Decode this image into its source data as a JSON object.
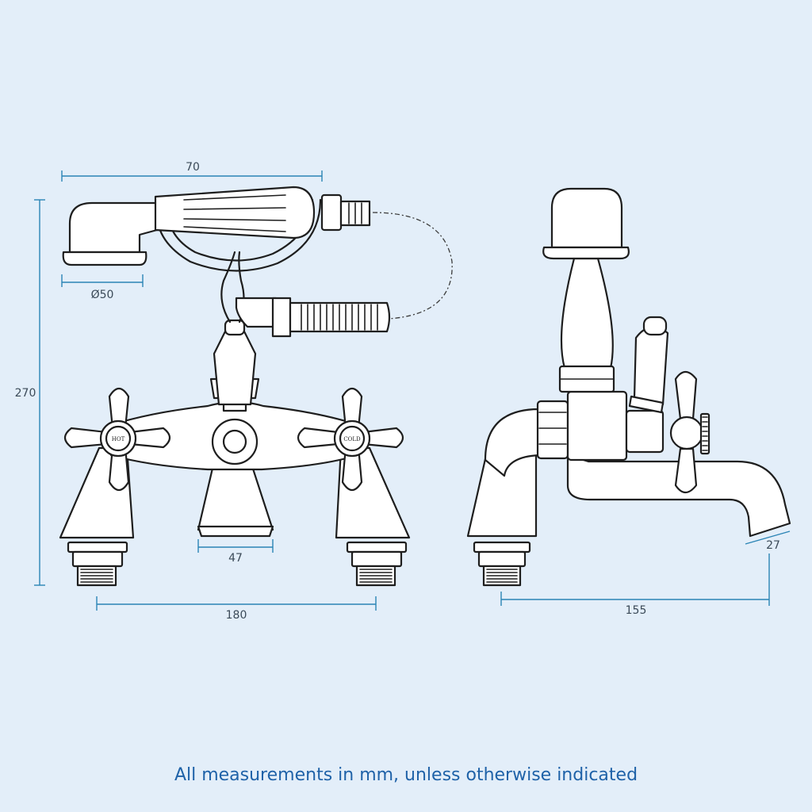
{
  "dimensions": {
    "handset_width": "70",
    "handset_diameter": "Ø50",
    "total_height": "270",
    "spout_width": "47",
    "tap_centres": "180",
    "side_depth": "155",
    "spout_depth": "27"
  },
  "labels": {
    "hot": "HOT",
    "cold": "COLD"
  },
  "footer_note": "All measurements in mm, unless otherwise indicated",
  "colors": {
    "background": "#e3eef9",
    "dimension_line": "#2a84b5",
    "outline": "#1e1e1e",
    "note_text": "#1f62a8"
  }
}
